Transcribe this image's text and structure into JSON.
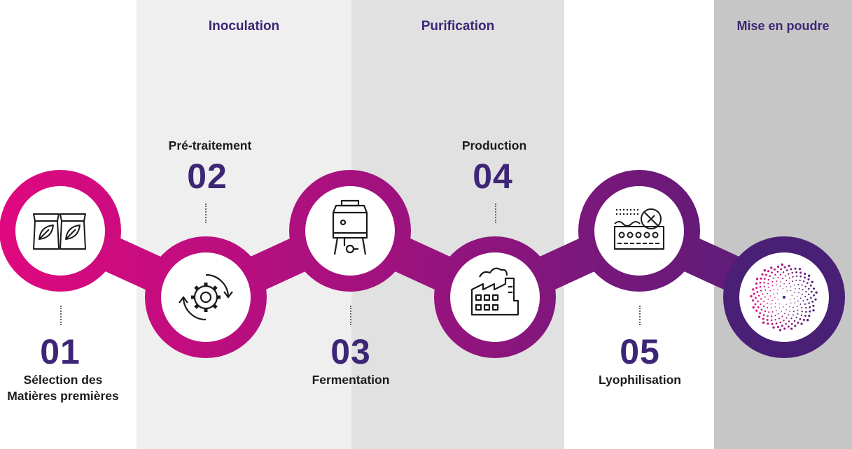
{
  "phases": {
    "inoculation": "Inoculation",
    "purification": "Purification",
    "mise_en_poudre": "Mise en poudre"
  },
  "steps": [
    {
      "number": "01",
      "label_line1": "Sélection des",
      "label_line2": "Matières premières",
      "icon": "seed-bags-icon"
    },
    {
      "number": "02",
      "label_line1": "Pré-traitement",
      "icon": "gear-cycle-icon"
    },
    {
      "number": "03",
      "label_line1": "Fermentation",
      "icon": "fermentation-tank-icon"
    },
    {
      "number": "04",
      "label_line1": "Production",
      "icon": "factory-icon"
    },
    {
      "number": "05",
      "label_line1": "Lyophilisation",
      "icon": "freeze-dryer-icon"
    }
  ],
  "final_icon": "powder-particles-icon",
  "colors": {
    "gradient_start": "#e0087f",
    "gradient_mid": "#a0127f",
    "gradient_end": "#4a1f76",
    "title": "#3d2675",
    "band_light": "#efefef",
    "band_mid": "#e1e1e1",
    "band_dark": "#c6c6c6"
  }
}
